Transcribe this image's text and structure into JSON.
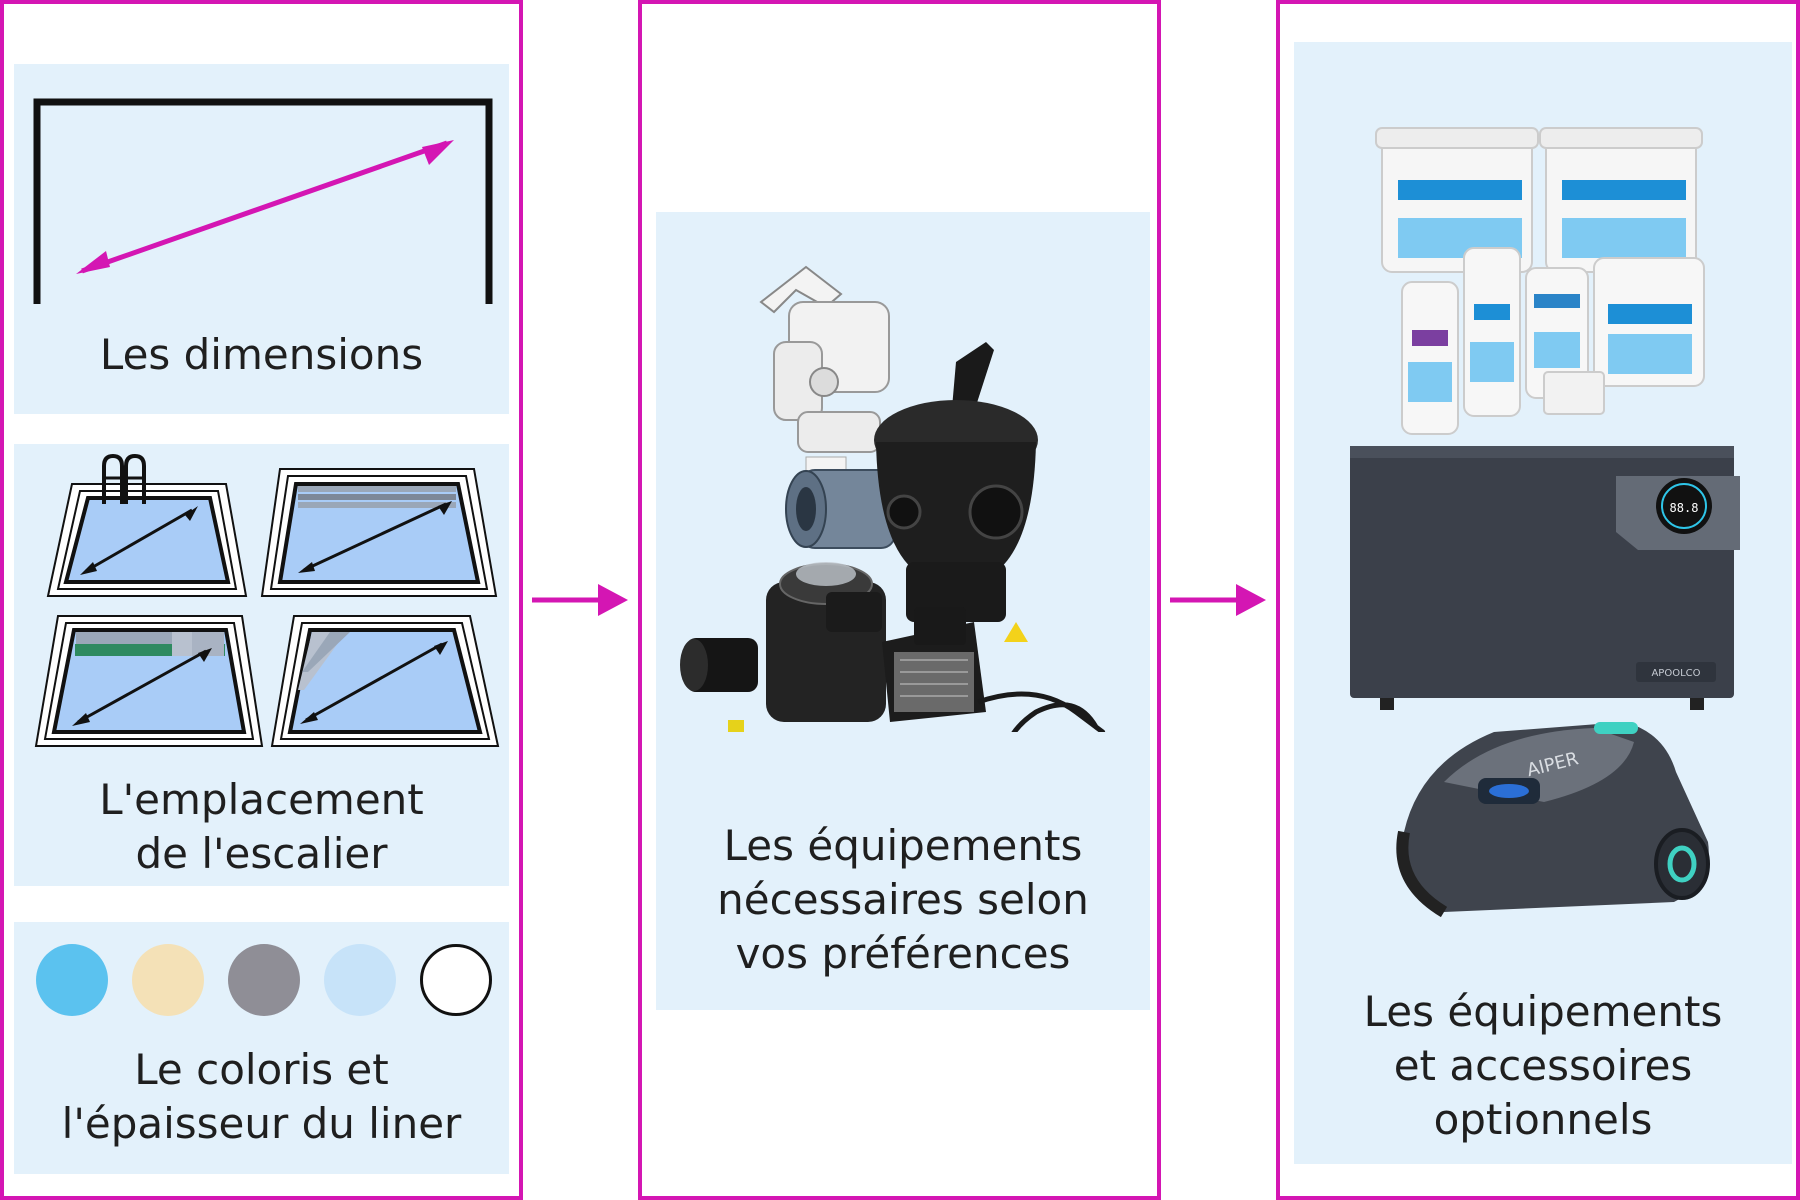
{
  "columns": {
    "left": {
      "dimensions_label": "Les dimensions",
      "stairs_label_line1": "L'emplacement",
      "stairs_label_line2": "de l'escalier",
      "liner_label_line1": "Le coloris et",
      "liner_label_line2": "l'épaisseur du liner",
      "liner_colors": [
        "#5bc2ef",
        "#f4e1b7",
        "#8f8e96",
        "#c7e3f9",
        "#ffffff"
      ]
    },
    "middle": {
      "label_line1": "Les équipements",
      "label_line2": "nécessaires selon",
      "label_line3": "vos préférences"
    },
    "right": {
      "label_line1": "Les équipements",
      "label_line2": "et accessoires",
      "label_line3": "optionnels",
      "heatpump_display": "88.8",
      "heatpump_brand": "APOOLCO",
      "robot_brand": "AIPER"
    }
  },
  "colors": {
    "accent": "#d416b3",
    "panel": "#e3f1fb",
    "pool_water": "#a9ccf7"
  }
}
